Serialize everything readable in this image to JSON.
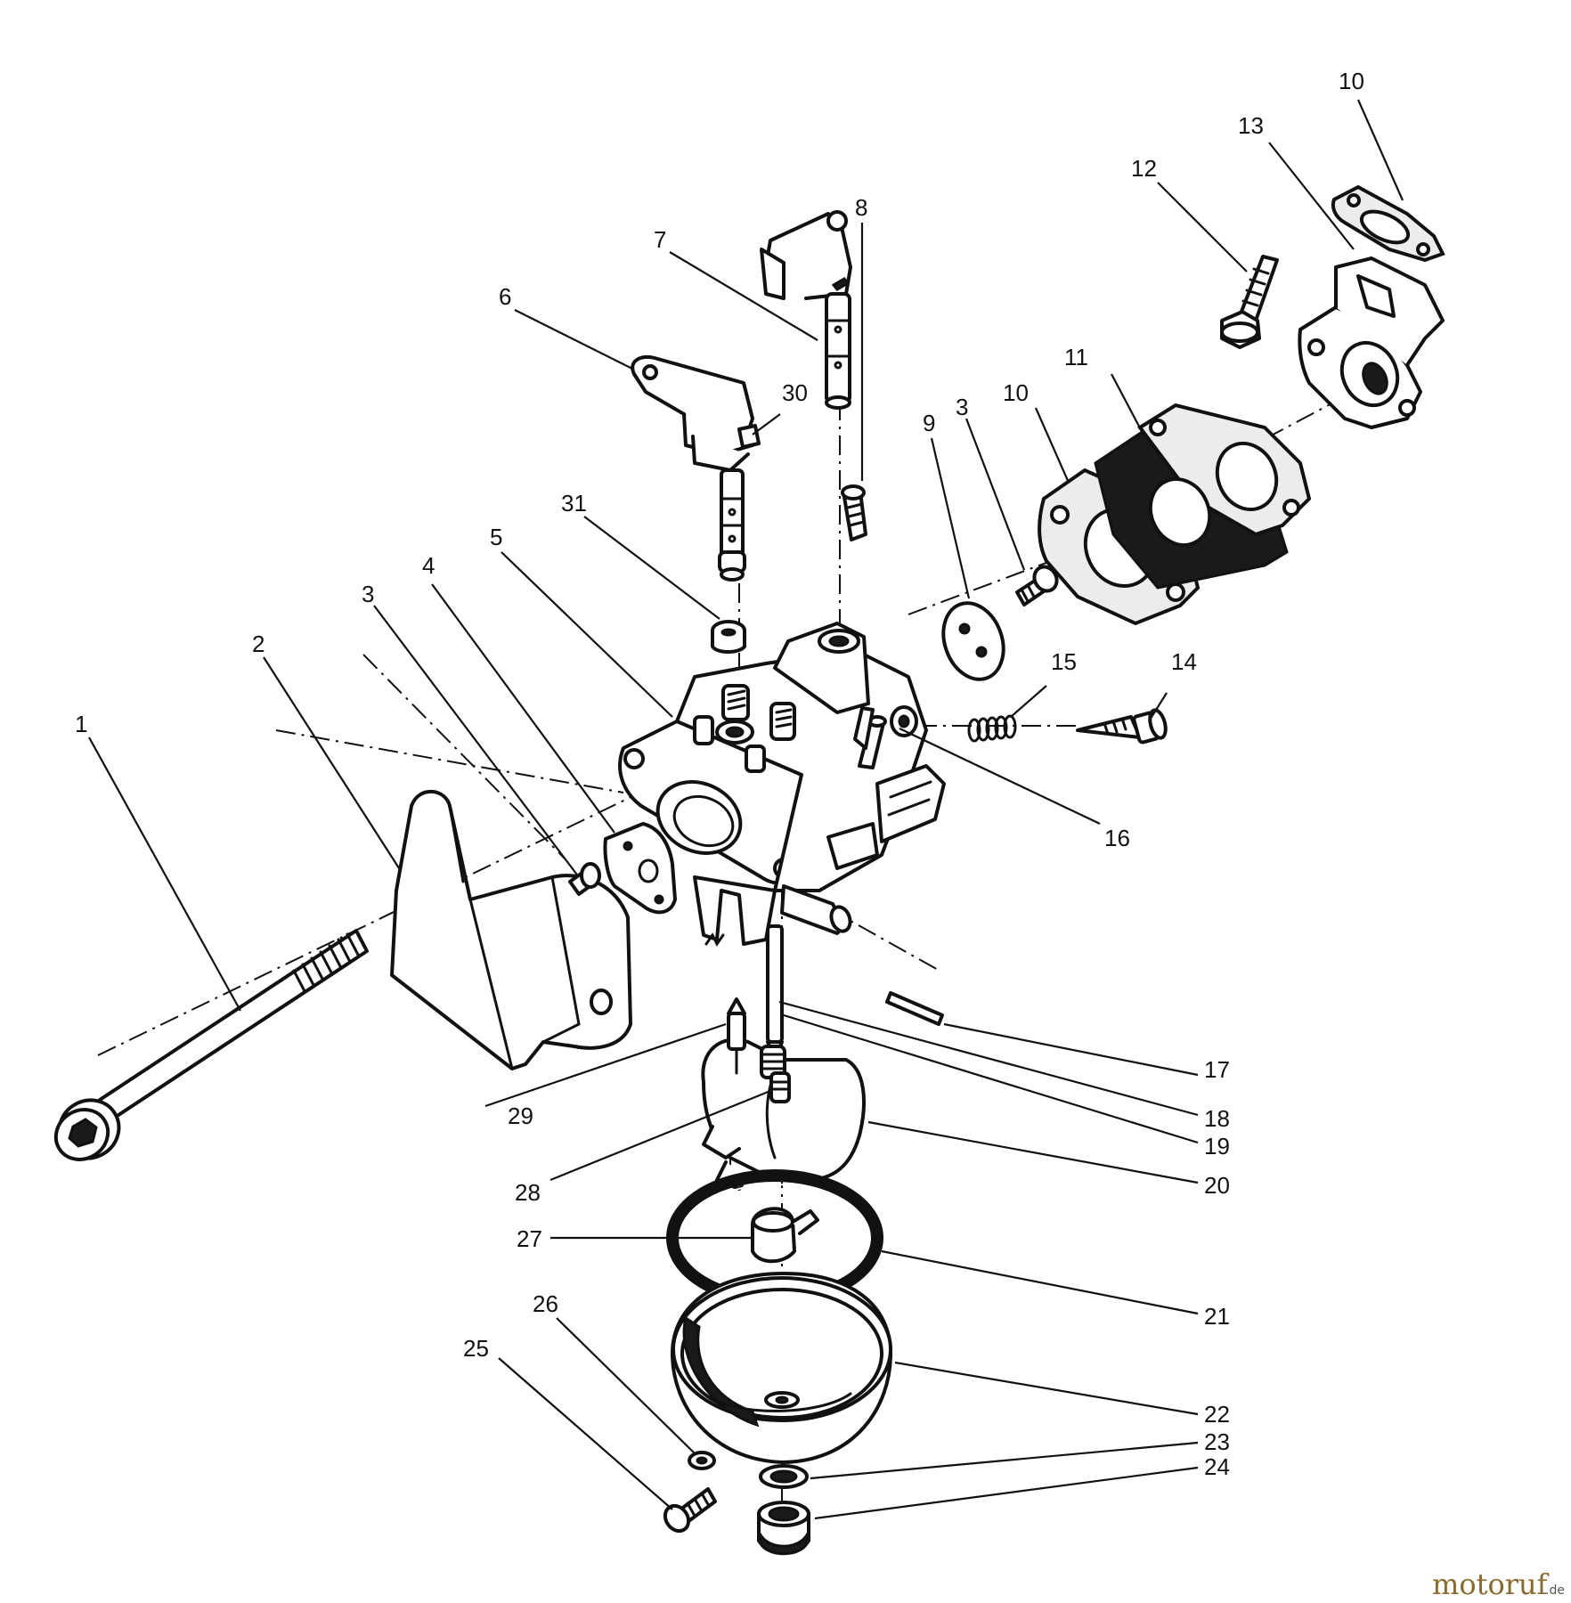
{
  "callouts": [
    {
      "id": "c1",
      "text": "1"
    },
    {
      "id": "c2",
      "text": "2"
    },
    {
      "id": "c3a",
      "text": "3"
    },
    {
      "id": "c3b",
      "text": "3"
    },
    {
      "id": "c4",
      "text": "4"
    },
    {
      "id": "c5",
      "text": "5"
    },
    {
      "id": "c6",
      "text": "6"
    },
    {
      "id": "c7",
      "text": "7"
    },
    {
      "id": "c8",
      "text": "8"
    },
    {
      "id": "c9",
      "text": "9"
    },
    {
      "id": "c10a",
      "text": "10"
    },
    {
      "id": "c10b",
      "text": "10"
    },
    {
      "id": "c11",
      "text": "11"
    },
    {
      "id": "c12",
      "text": "12"
    },
    {
      "id": "c13",
      "text": "13"
    },
    {
      "id": "c14",
      "text": "14"
    },
    {
      "id": "c15",
      "text": "15"
    },
    {
      "id": "c16",
      "text": "16"
    },
    {
      "id": "c17",
      "text": "17"
    },
    {
      "id": "c18",
      "text": "18"
    },
    {
      "id": "c19",
      "text": "19"
    },
    {
      "id": "c20",
      "text": "20"
    },
    {
      "id": "c21",
      "text": "21"
    },
    {
      "id": "c22",
      "text": "22"
    },
    {
      "id": "c23",
      "text": "23"
    },
    {
      "id": "c24",
      "text": "24"
    },
    {
      "id": "c25",
      "text": "25"
    },
    {
      "id": "c26",
      "text": "26"
    },
    {
      "id": "c27",
      "text": "27"
    },
    {
      "id": "c28",
      "text": "28"
    },
    {
      "id": "c29",
      "text": "29"
    },
    {
      "id": "c30",
      "text": "30"
    },
    {
      "id": "c31",
      "text": "31"
    }
  ],
  "watermark": {
    "brand": "motoruf",
    "suffix": ".de",
    "color": "#8a6a2a"
  }
}
